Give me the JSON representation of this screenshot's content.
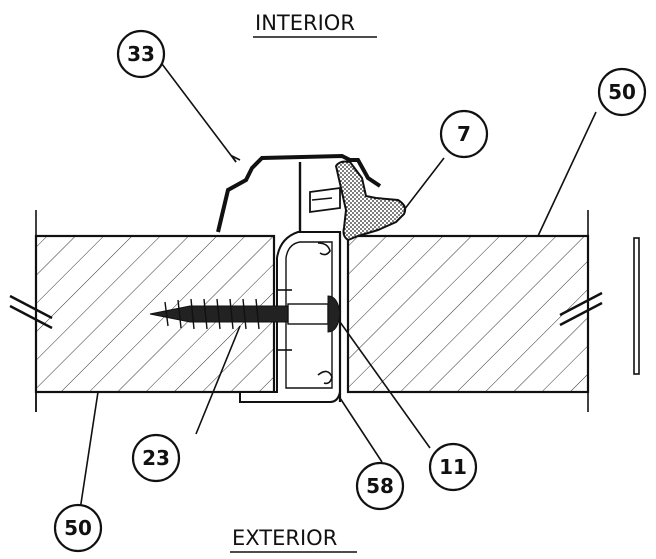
{
  "labels": {
    "top": "INTERIOR",
    "bottom": "EXTERIOR"
  },
  "callouts": [
    {
      "id": "c33",
      "text": "33"
    },
    {
      "id": "c7",
      "text": "7"
    },
    {
      "id": "c50a",
      "text": "50"
    },
    {
      "id": "c23",
      "text": "23"
    },
    {
      "id": "c58",
      "text": "58"
    },
    {
      "id": "c11",
      "text": "11"
    },
    {
      "id": "c50b",
      "text": "50"
    }
  ]
}
